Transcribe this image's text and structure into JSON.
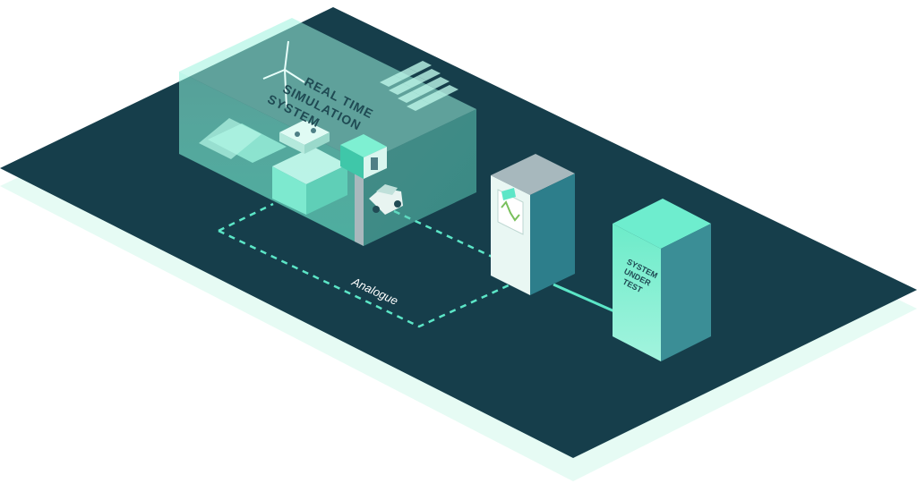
{
  "labels": {
    "rtss_line1": "REAL TIME",
    "rtss_line2": "SIMULATION",
    "rtss_line3": "SYSTEM",
    "analogue": "Analogue",
    "sut_line1": "SYSTEM",
    "sut_line2": "UNDER",
    "sut_line3": "TEST"
  },
  "colors": {
    "floor": "#163e4b",
    "floor_shadow": "#e3faf3",
    "glass": "#6fe0c6",
    "mint": "#62e4c0",
    "teal": "#2d8a94",
    "grey": "#90a4ab",
    "dashed_link": "#5ce6c7"
  },
  "icons": [
    "wind-turbine-icon",
    "solar-panel-icon",
    "house-icon",
    "factory-icon",
    "electric-car-icon",
    "power-plug-icon",
    "sine-wave-icon"
  ]
}
